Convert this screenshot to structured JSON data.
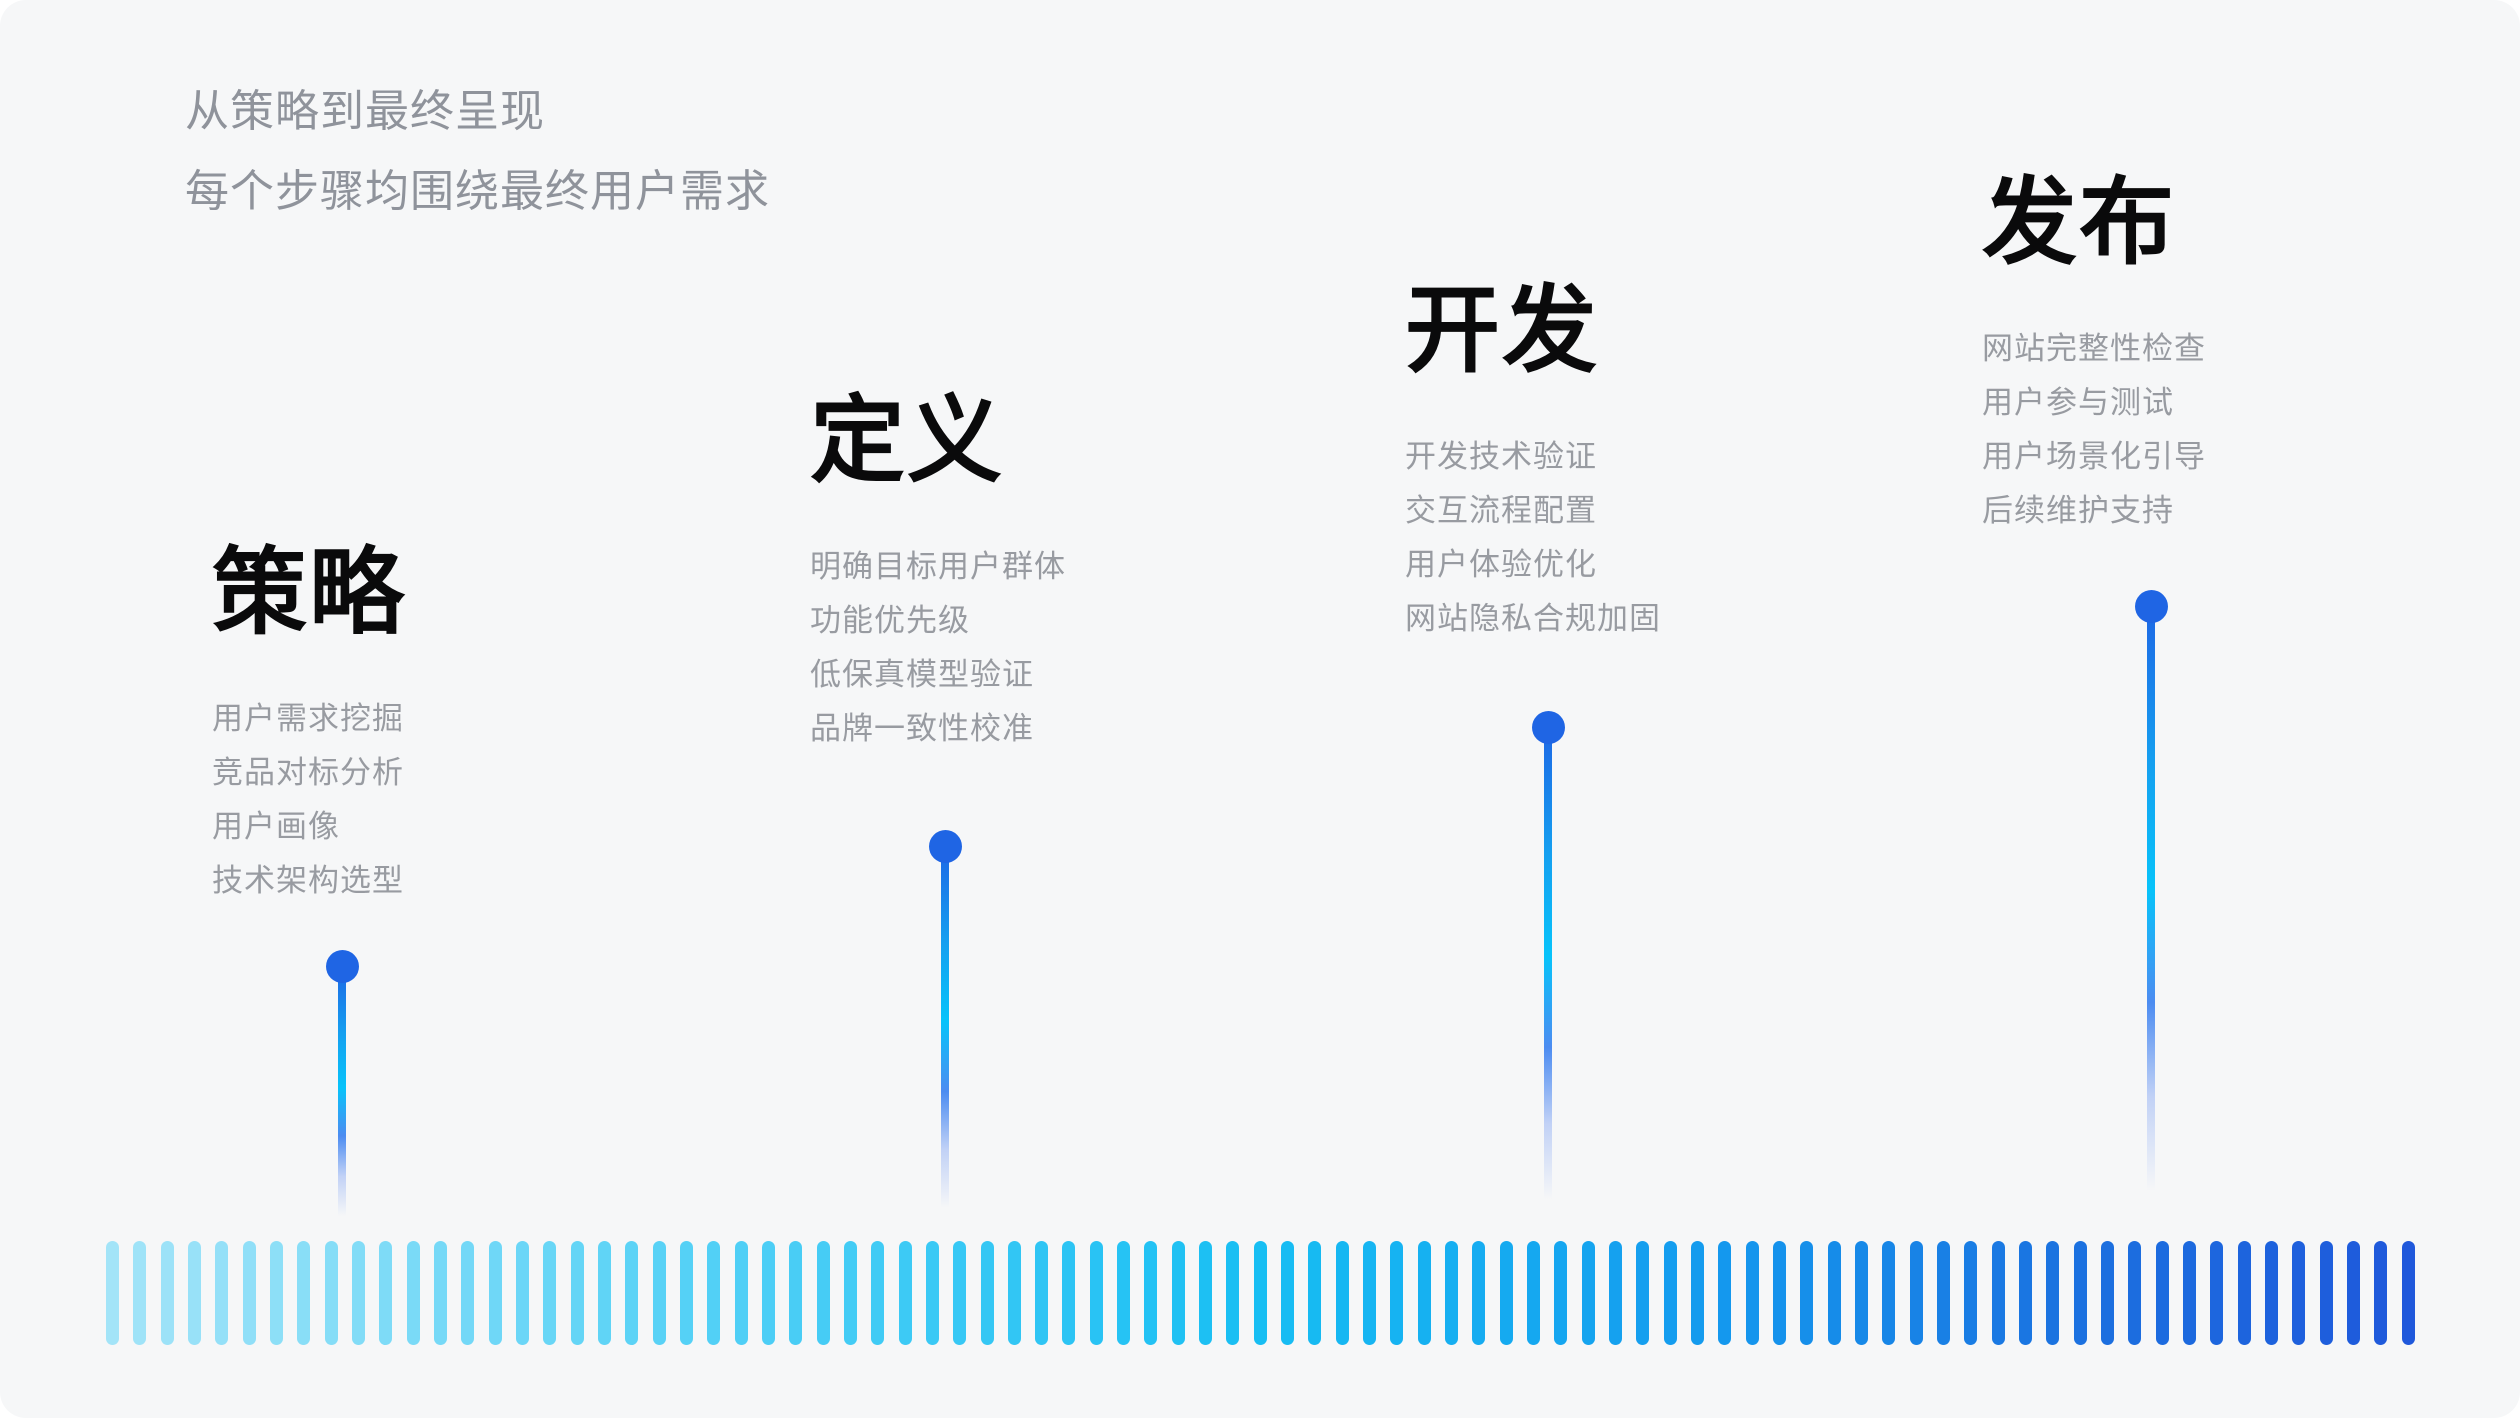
{
  "header": {
    "subtitle_line1": "从策略到最终呈现",
    "subtitle_line2": "每个步骤均围绕最终用户需求"
  },
  "stages": [
    {
      "title": "策略",
      "items": [
        "用户需求挖掘",
        "竞品对标分析",
        "用户画像",
        "技术架构选型"
      ]
    },
    {
      "title": "定义",
      "items": [
        "明确目标用户群体",
        "功能优先级",
        "低保真模型验证",
        "品牌一致性校准"
      ]
    },
    {
      "title": "开发",
      "items": [
        "开发技术验证",
        "交互流程配置",
        "用户体验优化",
        "网站隐私合规加固"
      ]
    },
    {
      "title": "发布",
      "items": [
        "网站完整性检查",
        "用户参与测试",
        "用户场景化引导",
        "后续维护支持"
      ]
    }
  ],
  "colors": {
    "background": "#F6F7F8",
    "title_text": "#0A0A0B",
    "subtitle_text": "#8F939B",
    "item_text": "#989BA1"
  },
  "timeline": {
    "dot_color": "#1F65E4",
    "stem_gradient": [
      "#1D67E5 0%",
      "#15A0F0 25%",
      "#07C3FA 45%",
      "#4C8CF1 63%",
      "rgba(113,152,243,0.4) 78%",
      "rgba(142,173,250,0) 93%"
    ],
    "bars": {
      "count": 85,
      "gradient_stops": [
        {
          "pos": 0,
          "color": "#A3E4F8"
        },
        {
          "pos": 0.25,
          "color": "#55D1F6"
        },
        {
          "pos": 0.5,
          "color": "#17BEF3"
        },
        {
          "pos": 0.7,
          "color": "#1499EE"
        },
        {
          "pos": 0.85,
          "color": "#1B72E0"
        },
        {
          "pos": 1,
          "color": "#1F58DB"
        }
      ]
    }
  }
}
